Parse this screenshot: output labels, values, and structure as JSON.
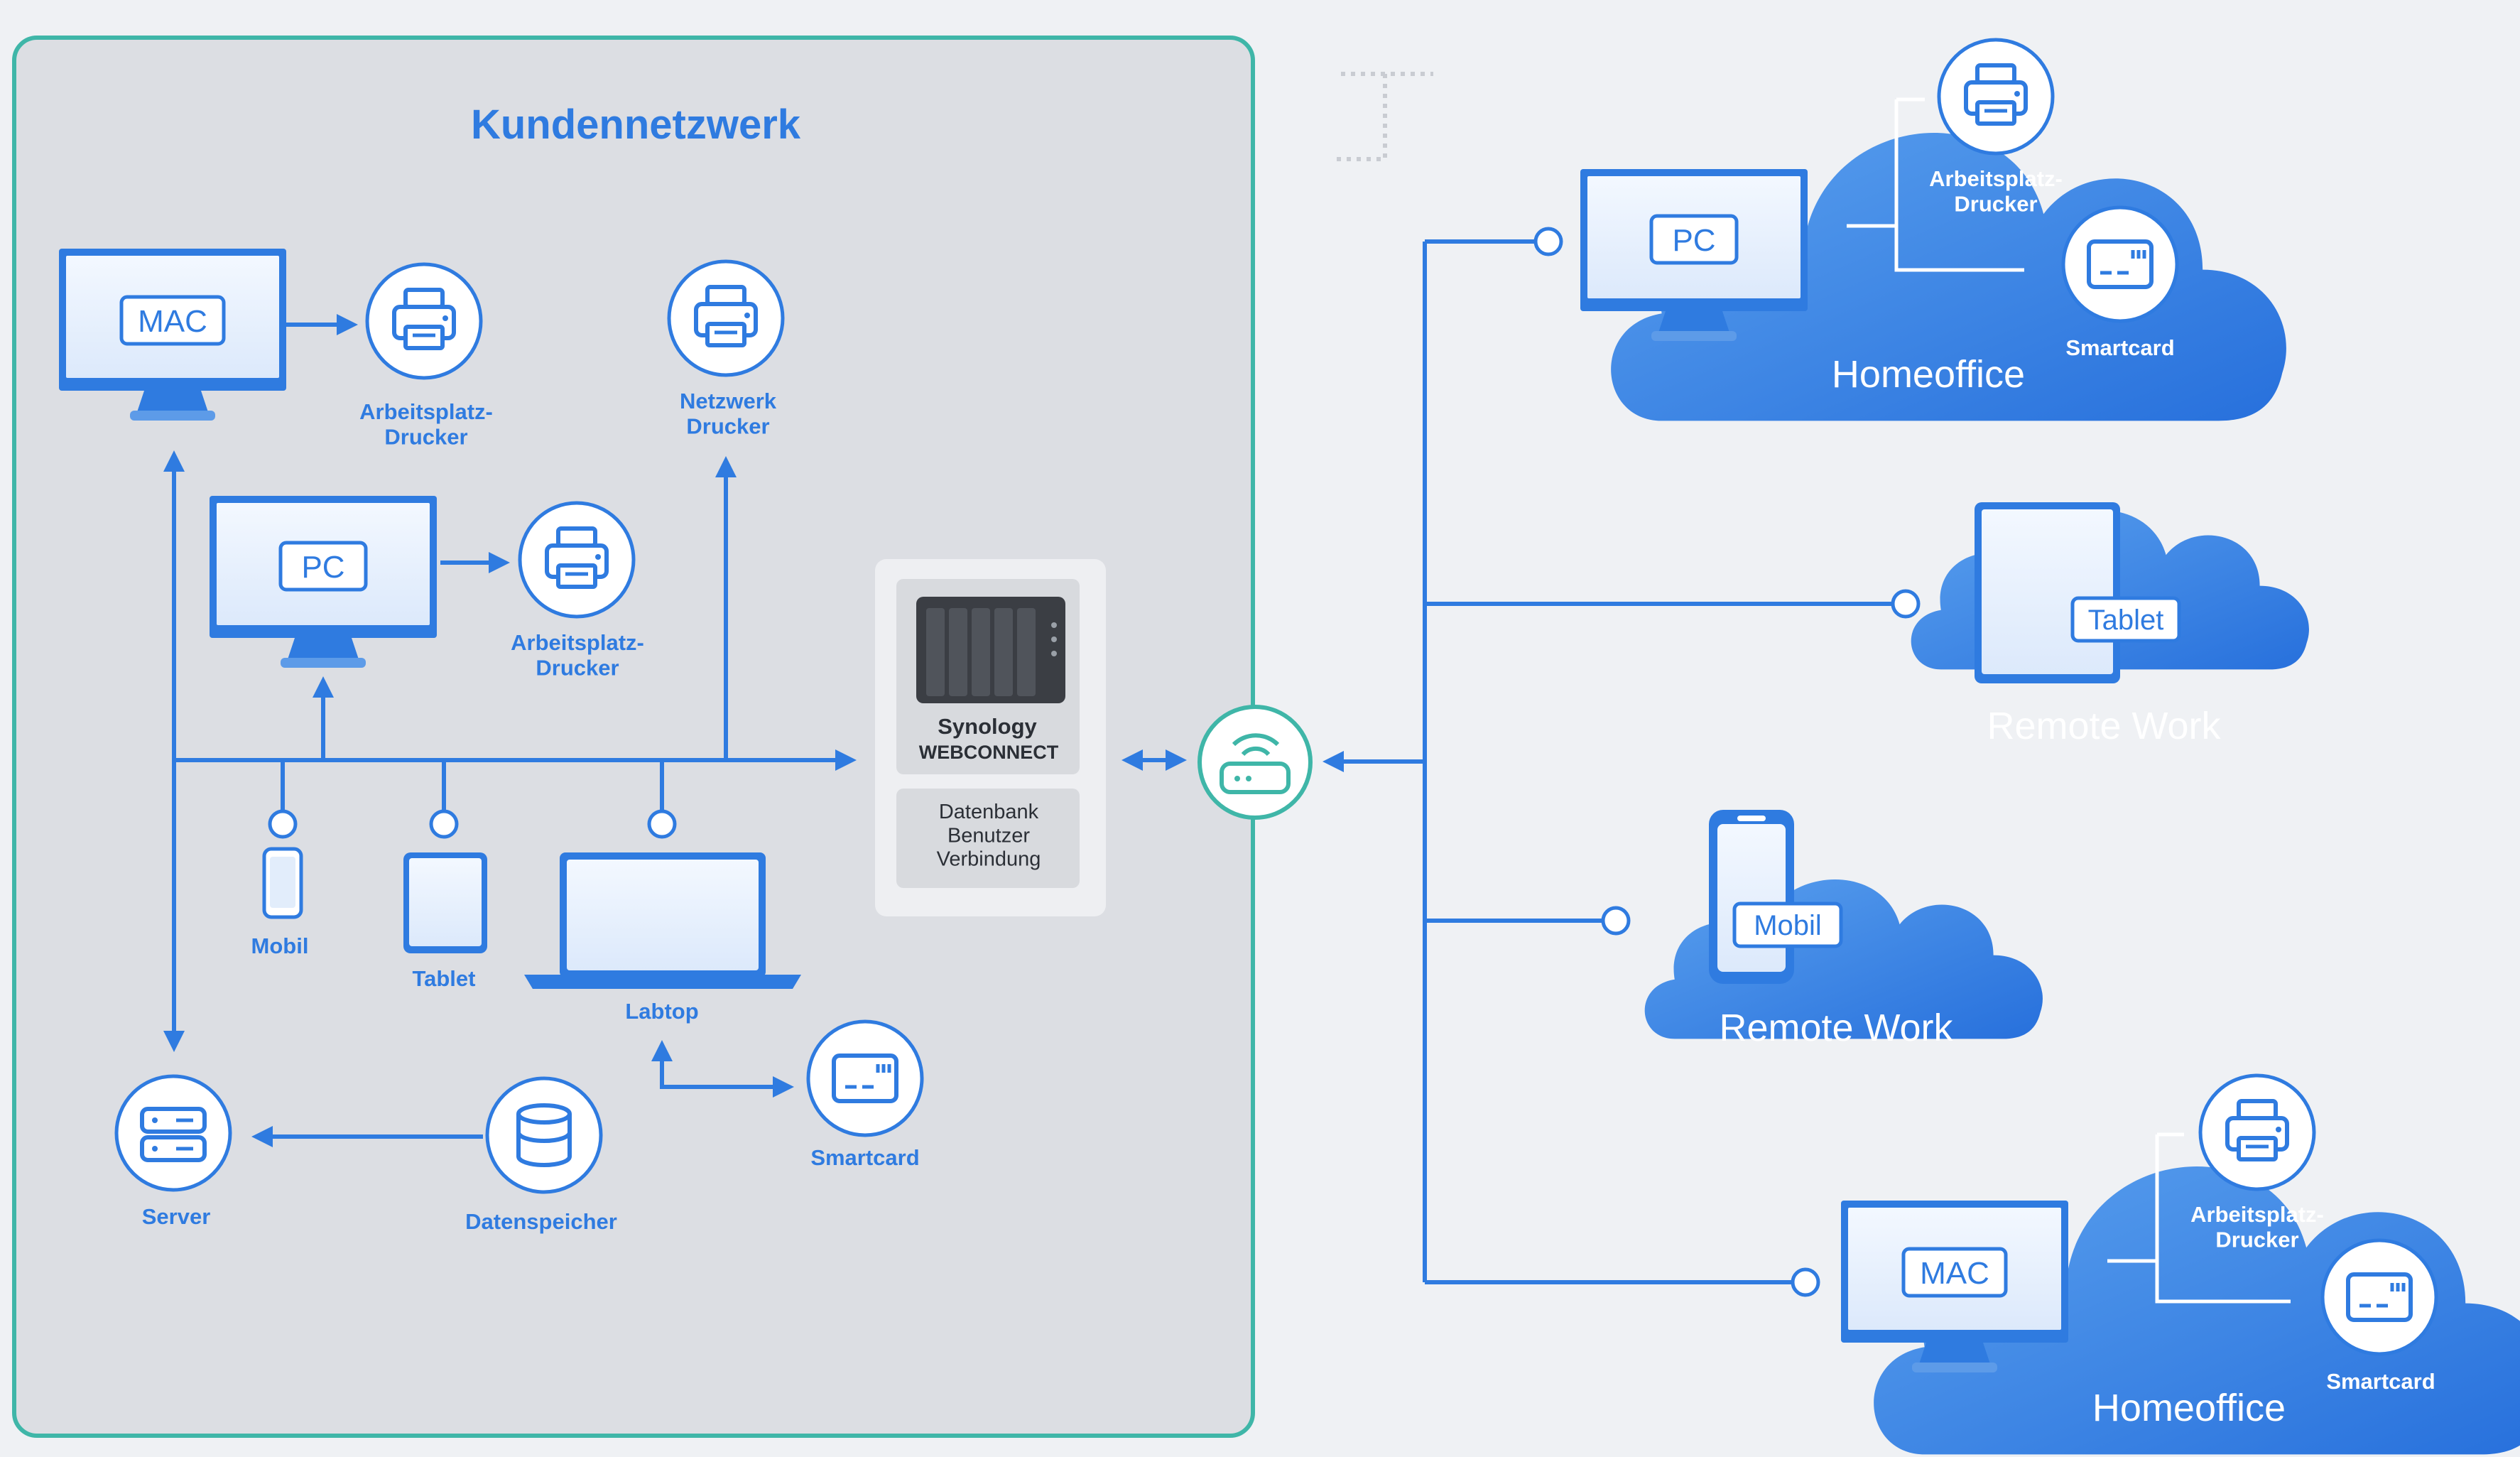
{
  "title": "Kundennetzwerk",
  "colors": {
    "accent": "#2f7be0",
    "frame_border": "#3fb6a8",
    "frame_fill": "#dcdee3",
    "background": "#eff1f4",
    "cloud": "#2f7be0"
  },
  "local": {
    "mac_label": "MAC",
    "pc_label": "PC",
    "printer_mac": "Arbeitsplatz-\nDrucker",
    "printer_pc": "Arbeitsplatz-\nDrucker",
    "network_printer": "Netzwerk\nDrucker",
    "mobile": "Mobil",
    "tablet": "Tablet",
    "laptop": "Labtop",
    "smartcard": "Smartcard",
    "server": "Server",
    "storage": "Datenspeicher"
  },
  "nas": {
    "brand": "Synology",
    "product": "WEBCONNECT",
    "info": "Datenbank\nBenutzer\nVerbindung"
  },
  "router": {
    "icon": "wifi-router-icon"
  },
  "remote": {
    "homeoffice_pc": {
      "device": "PC",
      "printer": "Arbeitsplatz-\nDrucker",
      "smartcard": "Smartcard",
      "title": "Homeoffice"
    },
    "remote_tablet": {
      "device": "Tablet",
      "title": "Remote Work"
    },
    "remote_mobile": {
      "device": "Mobil",
      "title": "Remote Work"
    },
    "homeoffice_mac": {
      "device": "MAC",
      "printer": "Arbeitsplatz-\nDrucker",
      "smartcard": "Smartcard",
      "title": "Homeoffice"
    }
  }
}
